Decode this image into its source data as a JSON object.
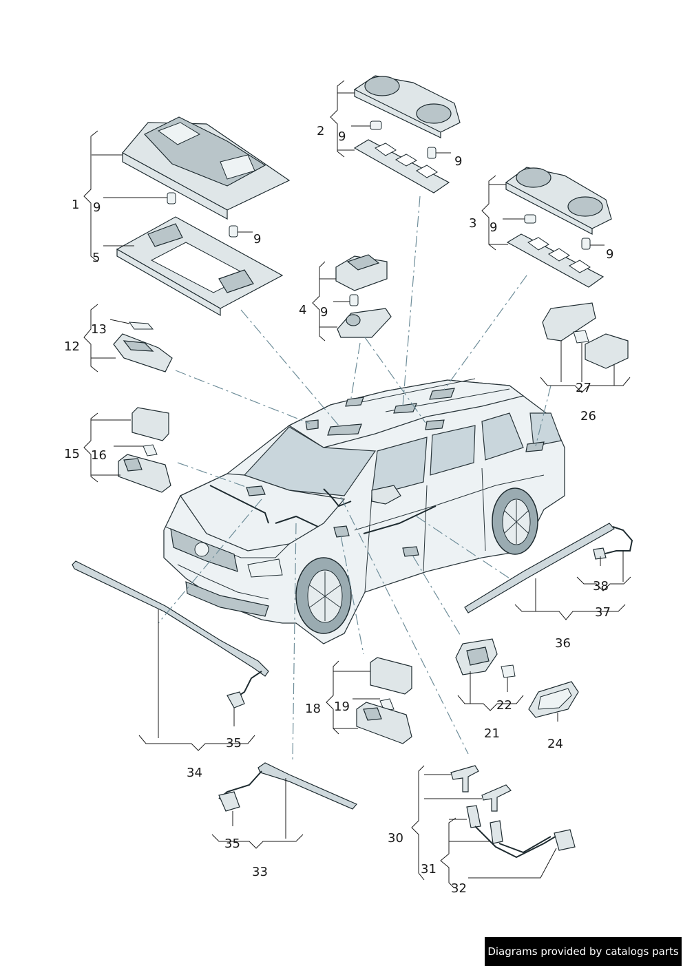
{
  "callouts": {
    "c1": "1",
    "c2": "2",
    "c3": "3",
    "c4": "4",
    "c5": "5",
    "c9a": "9",
    "c9b": "9",
    "c9c": "9",
    "c9d": "9",
    "c9e": "9",
    "c9f": "9",
    "c9g": "9",
    "c12": "12",
    "c13": "13",
    "c15": "15",
    "c16": "16",
    "c18": "18",
    "c19": "19",
    "c21": "21",
    "c22": "22",
    "c24": "24",
    "c26": "26",
    "c27": "27",
    "c30": "30",
    "c31": "31",
    "c32": "32",
    "c33": "33",
    "c34": "34",
    "c35a": "35",
    "c35b": "35",
    "c36": "36",
    "c37": "37",
    "c38": "38"
  },
  "credit": "Diagrams provided by catalogs parts"
}
